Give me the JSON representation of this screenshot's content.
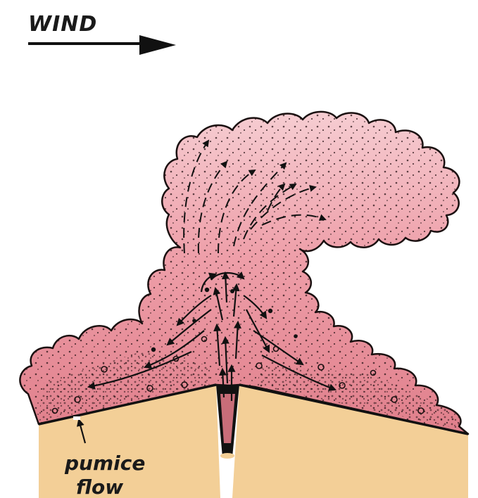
{
  "diagram": {
    "wind_label": "WIND",
    "pumice_label_line1": "pumice",
    "pumice_label_line2": "flow"
  },
  "colors": {
    "cloud_fill": "#e08a93",
    "cloud_light": "#f4c7cc",
    "ground_fill": "#f3cf97",
    "ink": "#111111"
  }
}
